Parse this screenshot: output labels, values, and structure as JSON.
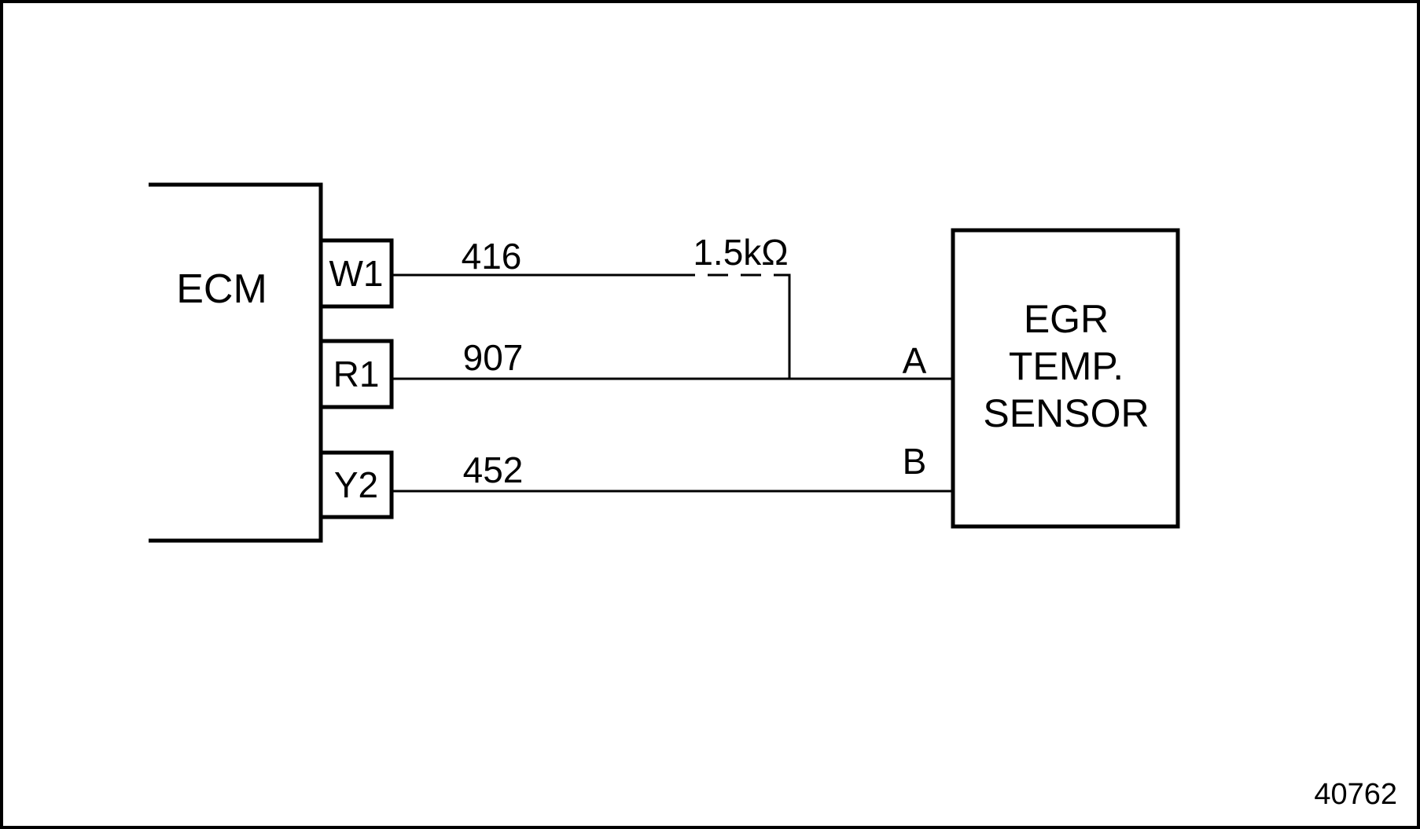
{
  "colors": {
    "line": "#000000",
    "background": "#ffffff"
  },
  "figure": {
    "number": "40762"
  },
  "ecm": {
    "label": "ECM",
    "pins": [
      {
        "label": "W1"
      },
      {
        "label": "R1"
      },
      {
        "label": "Y2"
      }
    ]
  },
  "wires": [
    {
      "number": "416",
      "from": "W1",
      "to": "resistor"
    },
    {
      "number": "907",
      "from": "R1",
      "to": "A"
    },
    {
      "number": "452",
      "from": "Y2",
      "to": "B"
    }
  ],
  "resistor": {
    "label": "1.5kΩ"
  },
  "sensor": {
    "name_lines": [
      "EGR",
      "TEMP.",
      "SENSOR"
    ],
    "terminals": [
      {
        "label": "A"
      },
      {
        "label": "B"
      }
    ]
  }
}
